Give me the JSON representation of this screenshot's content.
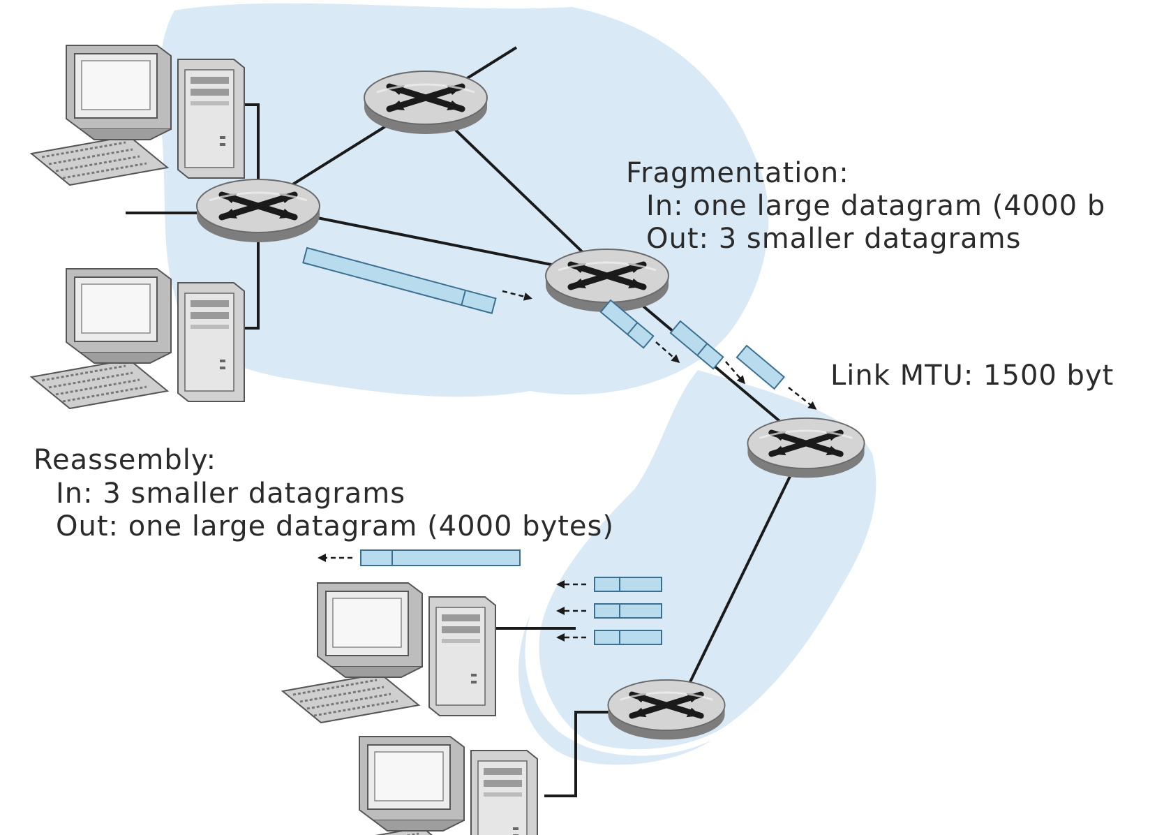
{
  "fragmentation": {
    "title": "Fragmentation:",
    "in_line": "In: one large datagram (4000 b",
    "out_line": "Out: 3 smaller datagrams"
  },
  "link_mtu": {
    "text": "Link MTU: 1500 byt"
  },
  "reassembly": {
    "title": "Reassembly:",
    "in_line": "In: 3 smaller datagrams",
    "out_line": "Out: one large datagram (4000 bytes)"
  },
  "colors": {
    "cloud": "#d9e9f6",
    "packet_fill": "#b9dbee",
    "packet_stroke": "#3a6f8f",
    "router_top": "#d4d4d4",
    "router_side": "#7d7d7d",
    "line": "#1a1a1a"
  },
  "icons": [
    "router-icon",
    "computer-icon",
    "packet-icon",
    "arrow-icon"
  ]
}
